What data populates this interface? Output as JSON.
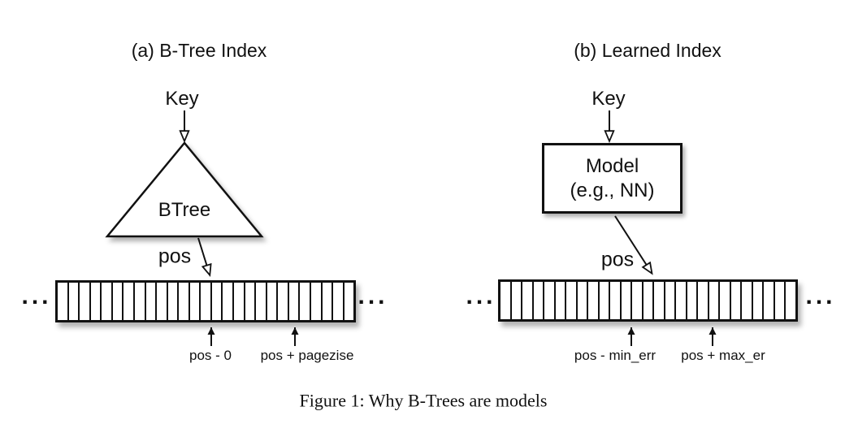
{
  "figure": {
    "caption": "Figure 1: Why B-Trees are models"
  },
  "panel_a": {
    "title": "(a) B-Tree Index",
    "key_label": "Key",
    "node_label": "BTree",
    "pos_label": "pos",
    "range_low_label": "pos - 0",
    "range_high_label": "pos + pagezise",
    "ellipsis_left": "...",
    "ellipsis_right": "..."
  },
  "panel_b": {
    "title": "(b) Learned Index",
    "key_label": "Key",
    "model_label_line1": "Model",
    "model_label_line2": "(e.g., NN)",
    "pos_label": "pos",
    "range_low_label": "pos - min_err",
    "range_high_label": "pos + max_er",
    "ellipsis_left": "...",
    "ellipsis_right": "..."
  },
  "memory_array": {
    "cell_count": 27
  },
  "colors": {
    "stroke": "#111111",
    "fill": "#ffffff",
    "shadow": "rgba(0,0,0,0.30)"
  }
}
